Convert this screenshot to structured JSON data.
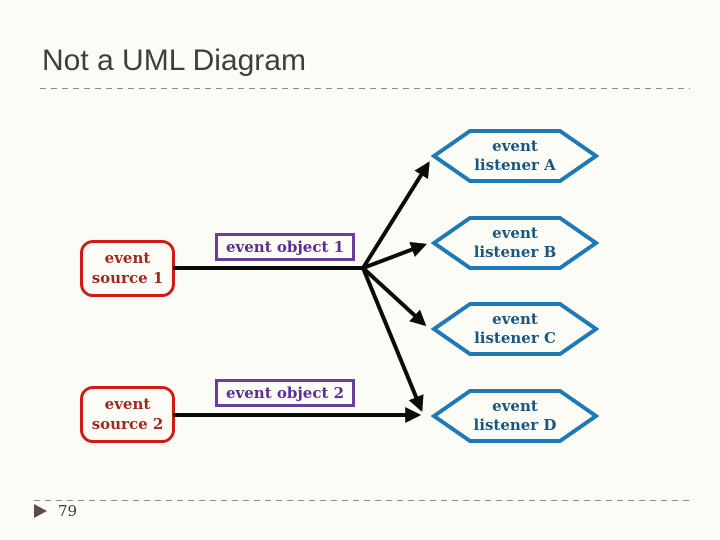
{
  "slide": {
    "title": "Not a UML Diagram",
    "footer": {
      "page_number": "79",
      "marker_icon": "right-triangle-marker"
    }
  },
  "diagram": {
    "sources": [
      {
        "label": "event\nsource 1"
      },
      {
        "label": "event\nsource 2"
      }
    ],
    "objects": [
      {
        "label": "event object 1"
      },
      {
        "label": "event object 2"
      }
    ],
    "listeners": [
      {
        "label": "event\nlistener A"
      },
      {
        "label": "event\nlistener B"
      },
      {
        "label": "event\nlistener C"
      },
      {
        "label": "event\nlistener D"
      }
    ],
    "connections": [
      "source 1 -> listeners A, B, C, D",
      "source 2 -> listener D"
    ]
  },
  "colors": {
    "background": "#fcfcf7",
    "title_text": "#3e3e3e",
    "divider": "#8c8c8c",
    "listener_border": "#1e79b5",
    "listener_text": "#1a567d",
    "source_border": "#d11a12",
    "source_text": "#9f2823",
    "object_border": "#6a3e9c",
    "object_text": "#5c2e91",
    "connector": "#0b0b0b",
    "footer_marker": "#5f4b45",
    "page_number": "#3a3a3a"
  }
}
